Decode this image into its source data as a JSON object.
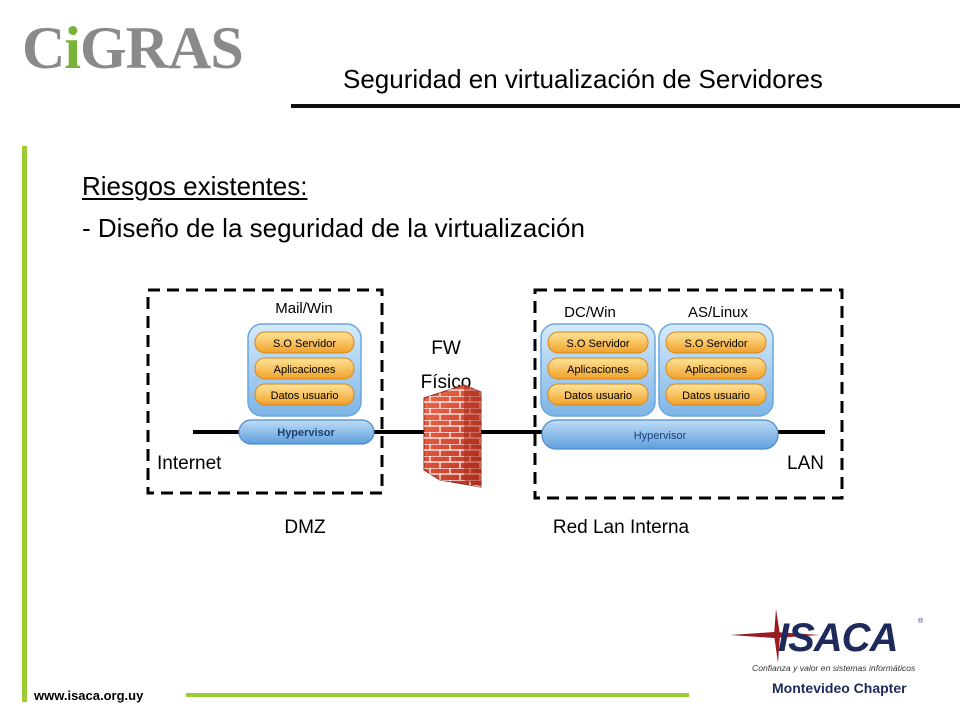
{
  "header": {
    "logo_text": "CiGRAS",
    "title": "Seguridad en virtualización de Servidores"
  },
  "body": {
    "risks_heading": "Riesgos existentes:",
    "risk_item": "- Diseño de la seguridad de la virtualización"
  },
  "diagram": {
    "dmz": {
      "label": "DMZ",
      "server_name": "Mail/Win",
      "layers": [
        "S.O Servidor",
        "Aplicaciones",
        "Datos usuario"
      ],
      "hypervisor": "Hypervisor"
    },
    "firewall": {
      "line1": "FW",
      "line2": "Físico"
    },
    "lan_zone": {
      "label": "Red Lan Interna",
      "servers": [
        {
          "name": "DC/Win",
          "layers": [
            "S.O Servidor",
            "Aplicaciones",
            "Datos usuario"
          ]
        },
        {
          "name": "AS/Linux",
          "layers": [
            "S.O Servidor",
            "Aplicaciones",
            "Datos usuario"
          ]
        }
      ],
      "hypervisor": "Hypervisor"
    },
    "internet_label": "Internet",
    "lan_label": "LAN"
  },
  "footer": {
    "url": "www.isaca.org.uy",
    "isaca_name": "ISACA",
    "isaca_tagline": "Confianza y valor en sistemas informáticos",
    "isaca_chapter": "Montevideo Chapter"
  },
  "colors": {
    "accent_green": "#9acd32",
    "server_blue": "#8fc3ee",
    "layer_orange": "#f7b53c",
    "firewall_red": "#d73f2a",
    "isaca_red": "#b22234"
  }
}
